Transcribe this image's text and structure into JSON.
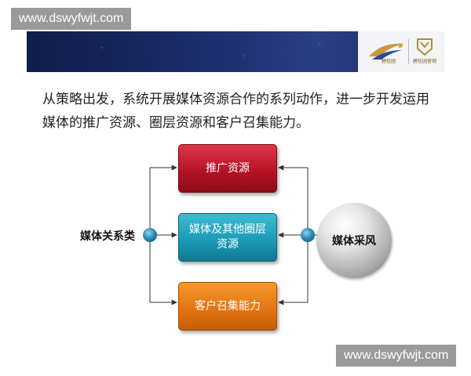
{
  "watermark": {
    "top": "www.dswyfwjt.com",
    "bottom": "www.dswyfwjt.com"
  },
  "banner": {
    "logo_left_caption": "碧桂园",
    "logo_right_caption": "碧桂园营销"
  },
  "intro_text": "从策略出发，系统开展媒体资源合作的系列动作，进一步开发运用媒体的推广资源、圈层资源和客户召集能力。",
  "diagram": {
    "left_label": "媒体关系类",
    "right_label": "媒体采风",
    "boxes": {
      "top": "推广资源",
      "middle_line1": "媒体及其他圈层",
      "middle_line2": "资源",
      "bottom": "客户召集能力"
    }
  },
  "colors": {
    "red": "#b11224",
    "teal": "#1a98b4",
    "orange": "#e27210",
    "connector_dot": "#2b8fb8"
  }
}
